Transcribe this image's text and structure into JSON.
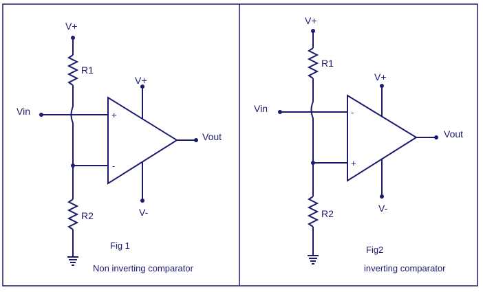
{
  "colors": {
    "wire": "#1a1a6e",
    "frame": "#1a1a6e",
    "background": "#ffffff"
  },
  "fig1": {
    "vplus_top": "V+",
    "r1": "R1",
    "r2": "R2",
    "vin": "Vin",
    "opamp_vplus": "V+",
    "opamp_vminus": "V-",
    "plus_sign": "+",
    "minus_sign": "-",
    "vout": "Vout",
    "fig_label": "Fig 1",
    "caption": "Non inverting comparator"
  },
  "fig2": {
    "vplus_top": "V+",
    "r1": "R1",
    "r2": "R2",
    "vin": "Vin",
    "opamp_vplus": "V+",
    "opamp_vminus": "V-",
    "minus_sign": "-",
    "plus_sign": "+",
    "vout": "Vout",
    "fig_label": "Fig2",
    "caption": "inverting comparator"
  }
}
